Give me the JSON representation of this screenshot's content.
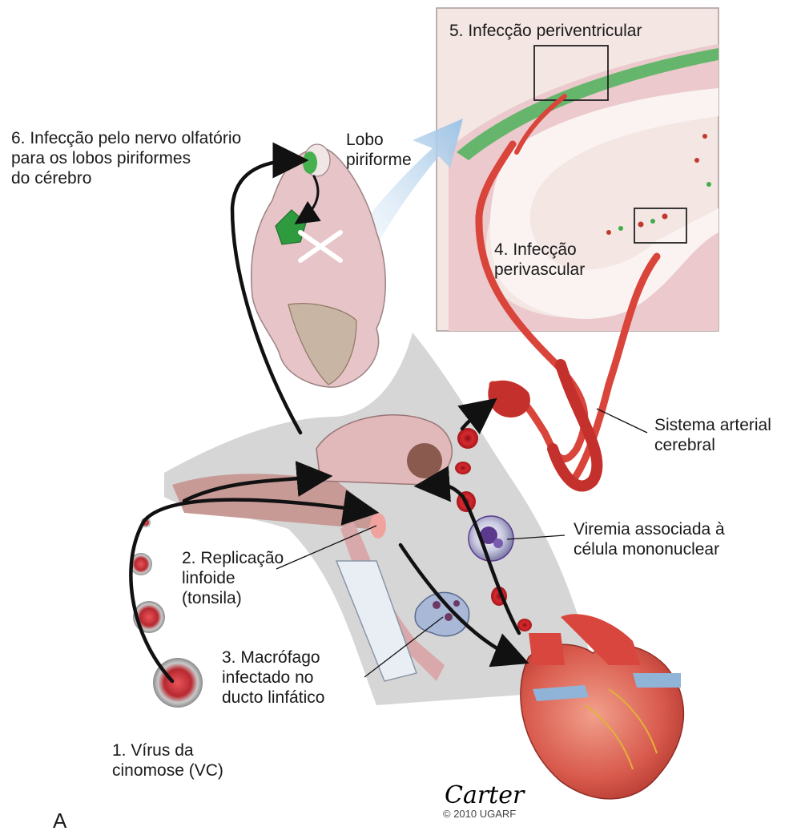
{
  "labels": {
    "step5": "5. Infecção periventricular",
    "step6": [
      "6. Infecção pelo nervo olfatório",
      "para os lobos piriformes",
      "do cérebro"
    ],
    "piriform_lobe": [
      "Lobo",
      "piriforme"
    ],
    "step4": [
      "4. Infecção",
      "perivascular"
    ],
    "arterial_system": [
      "Sistema arterial",
      "cerebral"
    ],
    "viremia": [
      "Viremia associada à",
      "célula mononuclear"
    ],
    "step2": [
      "2. Replicação",
      "linfoide",
      "(tonsila)"
    ],
    "step3": [
      "3. Macrófago",
      "infectado no",
      "ducto linfático"
    ],
    "step1": [
      "1. Vírus da",
      "cinomose (VC)"
    ],
    "copyright": "© 2010 UGARF",
    "panel_letter": "A"
  },
  "signature": "Carter",
  "colors": {
    "artery_red": "#d9443b",
    "brain_pink": "#e7c7c9",
    "infection_green": "#3fae49",
    "flow_arrow_blue": "#9cc3e6",
    "dog_silhouette_gray": "#d6d6d6",
    "blood_cell_red": "#c3161c",
    "mononuclear_purple": "#5b3a8e"
  }
}
